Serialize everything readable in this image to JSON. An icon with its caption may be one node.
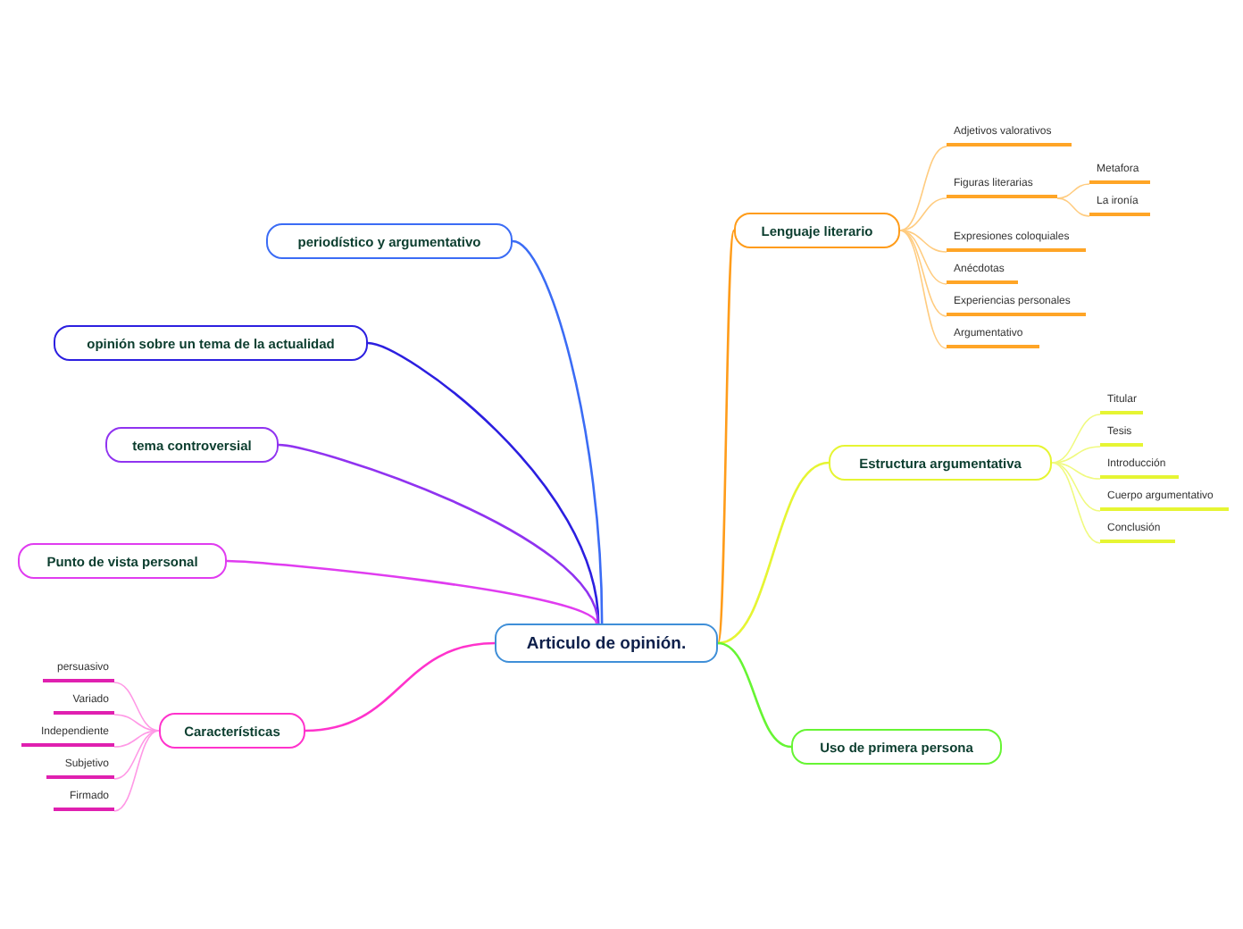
{
  "diagram": {
    "nodes": [
      {
        "text": [
          "Articulo de opinión."
        ]
      },
      {
        "text": [
          "periodístico y argumentativo"
        ]
      },
      {
        "text": [
          "opinión sobre un tema de la actualidad"
        ]
      },
      {
        "text": [
          "tema controversial"
        ]
      },
      {
        "text": [
          "Punto de vista personal"
        ]
      },
      {
        "text": [
          "Características"
        ]
      },
      {
        "text": [
          "persuasivo"
        ]
      },
      {
        "text": [
          "Variado"
        ]
      },
      {
        "text": [
          "Independiente"
        ]
      },
      {
        "text": [
          "Subjetivo"
        ]
      },
      {
        "text": [
          "Firmado"
        ]
      },
      {
        "text": [
          "Lenguaje literario"
        ]
      },
      {
        "text": [
          "Adjetivos valorativos"
        ]
      },
      {
        "text": [
          "Figuras literarias"
        ]
      },
      {
        "text": [
          "Metafora"
        ]
      },
      {
        "text": [
          "La ironía"
        ]
      },
      {
        "text": [
          "Expresiones coloquiales"
        ]
      },
      {
        "text": [
          "Anécdotas"
        ]
      },
      {
        "text": [
          "Experiencias personales"
        ]
      },
      {
        "text": [
          "Argumentativo"
        ]
      },
      {
        "text": [
          "Estructura argumentativa"
        ]
      },
      {
        "text": [
          "Titular"
        ]
      },
      {
        "text": [
          "Tesis"
        ]
      },
      {
        "text": [
          "Introducción"
        ]
      },
      {
        "text": [
          "Cuerpo argumentativo"
        ]
      },
      {
        "text": [
          "Conclusión"
        ]
      },
      {
        "text": [
          "Uso de primera persona"
        ]
      }
    ],
    "edges": [
      {
        "from": 0,
        "to": 1,
        "arrow": "none",
        "color": "#3b6cf5"
      },
      {
        "from": 0,
        "to": 2,
        "arrow": "none",
        "color": "#2c1fe0"
      },
      {
        "from": 0,
        "to": 3,
        "arrow": "none",
        "color": "#9033f0"
      },
      {
        "from": 0,
        "to": 4,
        "arrow": "none",
        "color": "#e03cf0"
      },
      {
        "from": 0,
        "to": 5,
        "arrow": "none",
        "color": "#ff33cc"
      },
      {
        "from": 5,
        "to": 6,
        "arrow": "none",
        "color": "#ff99e6"
      },
      {
        "from": 5,
        "to": 7,
        "arrow": "none",
        "color": "#ff99e6"
      },
      {
        "from": 5,
        "to": 8,
        "arrow": "none",
        "color": "#ff99e6"
      },
      {
        "from": 5,
        "to": 9,
        "arrow": "none",
        "color": "#ff99e6"
      },
      {
        "from": 5,
        "to": 10,
        "arrow": "none",
        "color": "#ff99e6"
      },
      {
        "from": 0,
        "to": 11,
        "arrow": "none",
        "color": "#ff9c1a"
      },
      {
        "from": 11,
        "to": 12,
        "arrow": "none",
        "color": "#ffcc80"
      },
      {
        "from": 11,
        "to": 13,
        "arrow": "none",
        "color": "#ffcc80"
      },
      {
        "from": 13,
        "to": 14,
        "arrow": "none",
        "color": "#ffcc80"
      },
      {
        "from": 13,
        "to": 15,
        "arrow": "none",
        "color": "#ffcc80"
      },
      {
        "from": 11,
        "to": 16,
        "arrow": "none",
        "color": "#ffcc80"
      },
      {
        "from": 11,
        "to": 17,
        "arrow": "none",
        "color": "#ffcc80"
      },
      {
        "from": 11,
        "to": 18,
        "arrow": "none",
        "color": "#ffcc80"
      },
      {
        "from": 11,
        "to": 19,
        "arrow": "none",
        "color": "#ffcc80"
      },
      {
        "from": 0,
        "to": 20,
        "arrow": "none",
        "color": "#e6f533"
      },
      {
        "from": 20,
        "to": 21,
        "arrow": "none",
        "color": "#f0fa80"
      },
      {
        "from": 20,
        "to": 22,
        "arrow": "none",
        "color": "#f0fa80"
      },
      {
        "from": 20,
        "to": 23,
        "arrow": "none",
        "color": "#f0fa80"
      },
      {
        "from": 20,
        "to": 24,
        "arrow": "none",
        "color": "#f0fa80"
      },
      {
        "from": 20,
        "to": 25,
        "arrow": "none",
        "color": "#f0fa80"
      },
      {
        "from": 0,
        "to": 26,
        "arrow": "none",
        "color": "#66f533"
      }
    ]
  }
}
